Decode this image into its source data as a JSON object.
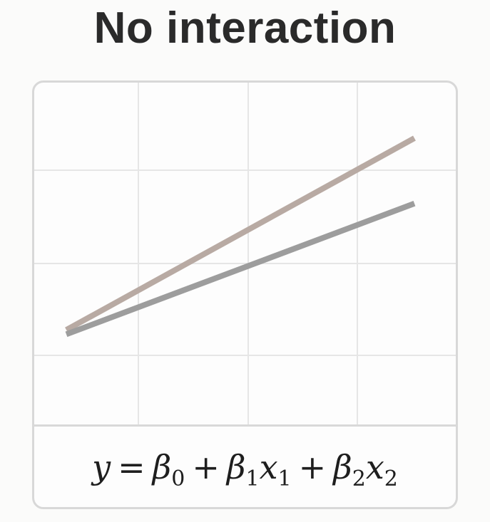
{
  "title": "No interaction",
  "formula": {
    "lhs": "y",
    "equals": "=",
    "beta": "β",
    "plus": "+",
    "x": "x",
    "sub0": "0",
    "sub1": "1",
    "sub2": "2"
  },
  "chart_data": {
    "type": "line",
    "grid": true,
    "series": [
      {
        "color": "#b8aaa3",
        "x": [
          0,
          1
        ],
        "values": [
          0.12,
          1.0
        ]
      },
      {
        "color": "#9d9d9d",
        "x": [
          0,
          1
        ],
        "values": [
          0.1,
          0.7
        ]
      }
    ]
  }
}
